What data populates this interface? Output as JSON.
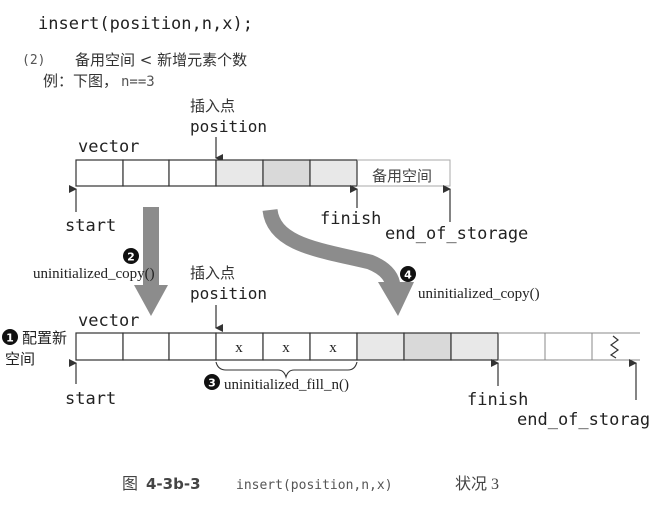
{
  "header": {
    "code": "insert(position,n,x);",
    "case_number": "(2)",
    "case_text": "备用空间 < 新增元素个数",
    "example_prefix": "例：下图，",
    "example_value": "n==3"
  },
  "top_vector": {
    "label": "vector",
    "insert_point_label": "插入点",
    "position_label": "position",
    "spare_label": "备用空间",
    "start_label": "start",
    "finish_label": "finish",
    "end_label": "end_of_storage"
  },
  "steps": {
    "step1_number": "1",
    "step1_label_line1": "配置新",
    "step1_label_line2": "空间",
    "step2_number": "2",
    "step2_label": "uninitialized_copy()",
    "step3_number": "3",
    "step3_label": "uninitialized_fill_n()",
    "step4_number": "4",
    "step4_label": "uninitialized_copy()"
  },
  "bottom_vector": {
    "label": "vector",
    "insert_point_label": "插入点",
    "position_label": "position",
    "cell_values": [
      "x",
      "x",
      "x"
    ],
    "start_label": "start",
    "finish_label": "finish",
    "end_label": "end_of_storag"
  },
  "caption": {
    "prefix": "图",
    "number": "4-3b-3",
    "code": "insert(position,n,x)",
    "suffix": "状况 3"
  },
  "colors": {
    "shade": "#d9d9d9",
    "arrow": "#8c8c8c",
    "line": "#333333"
  }
}
